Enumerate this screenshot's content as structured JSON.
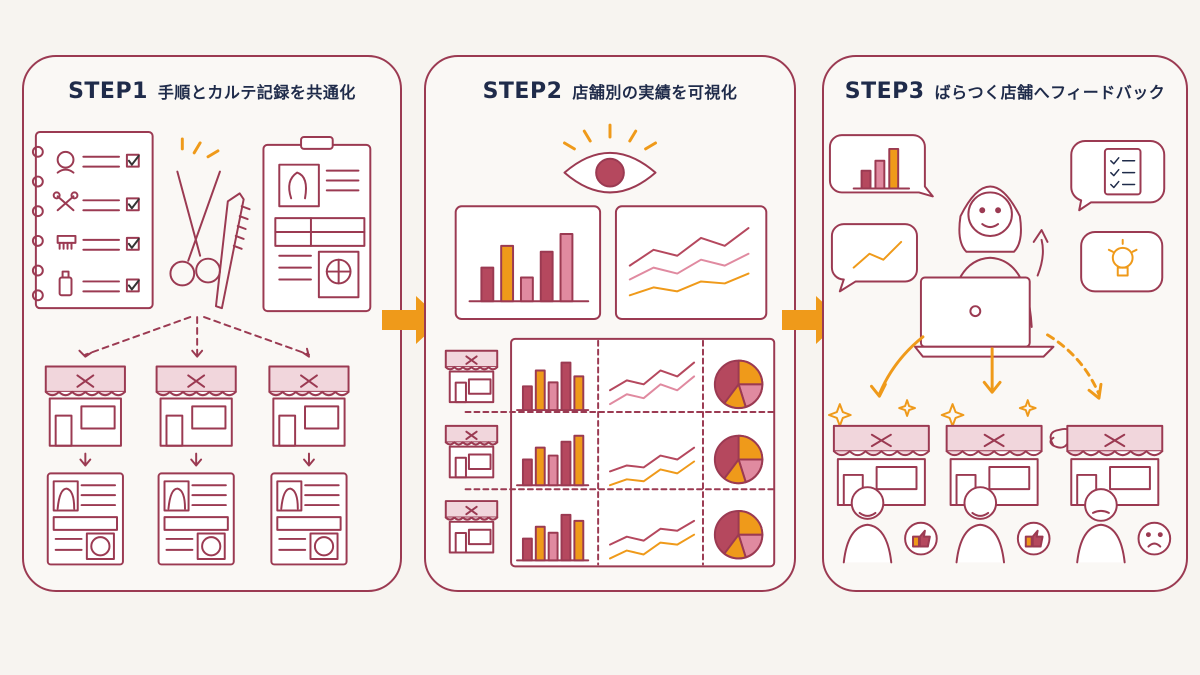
{
  "steps": [
    {
      "label": "STEP1",
      "title": "手順とカルテ記録を共通化"
    },
    {
      "label": "STEP2",
      "title": "店舗別の実績を可視化"
    },
    {
      "label": "STEP3",
      "title": "ばらつく店舗へフィードバック"
    }
  ],
  "colors": {
    "accent": "#9b3a52",
    "orange": "#ef9a1a",
    "pink": "#e08aa0",
    "wine": "#b5485e",
    "navy": "#1f2b4a",
    "background": "#f7f4f0"
  }
}
